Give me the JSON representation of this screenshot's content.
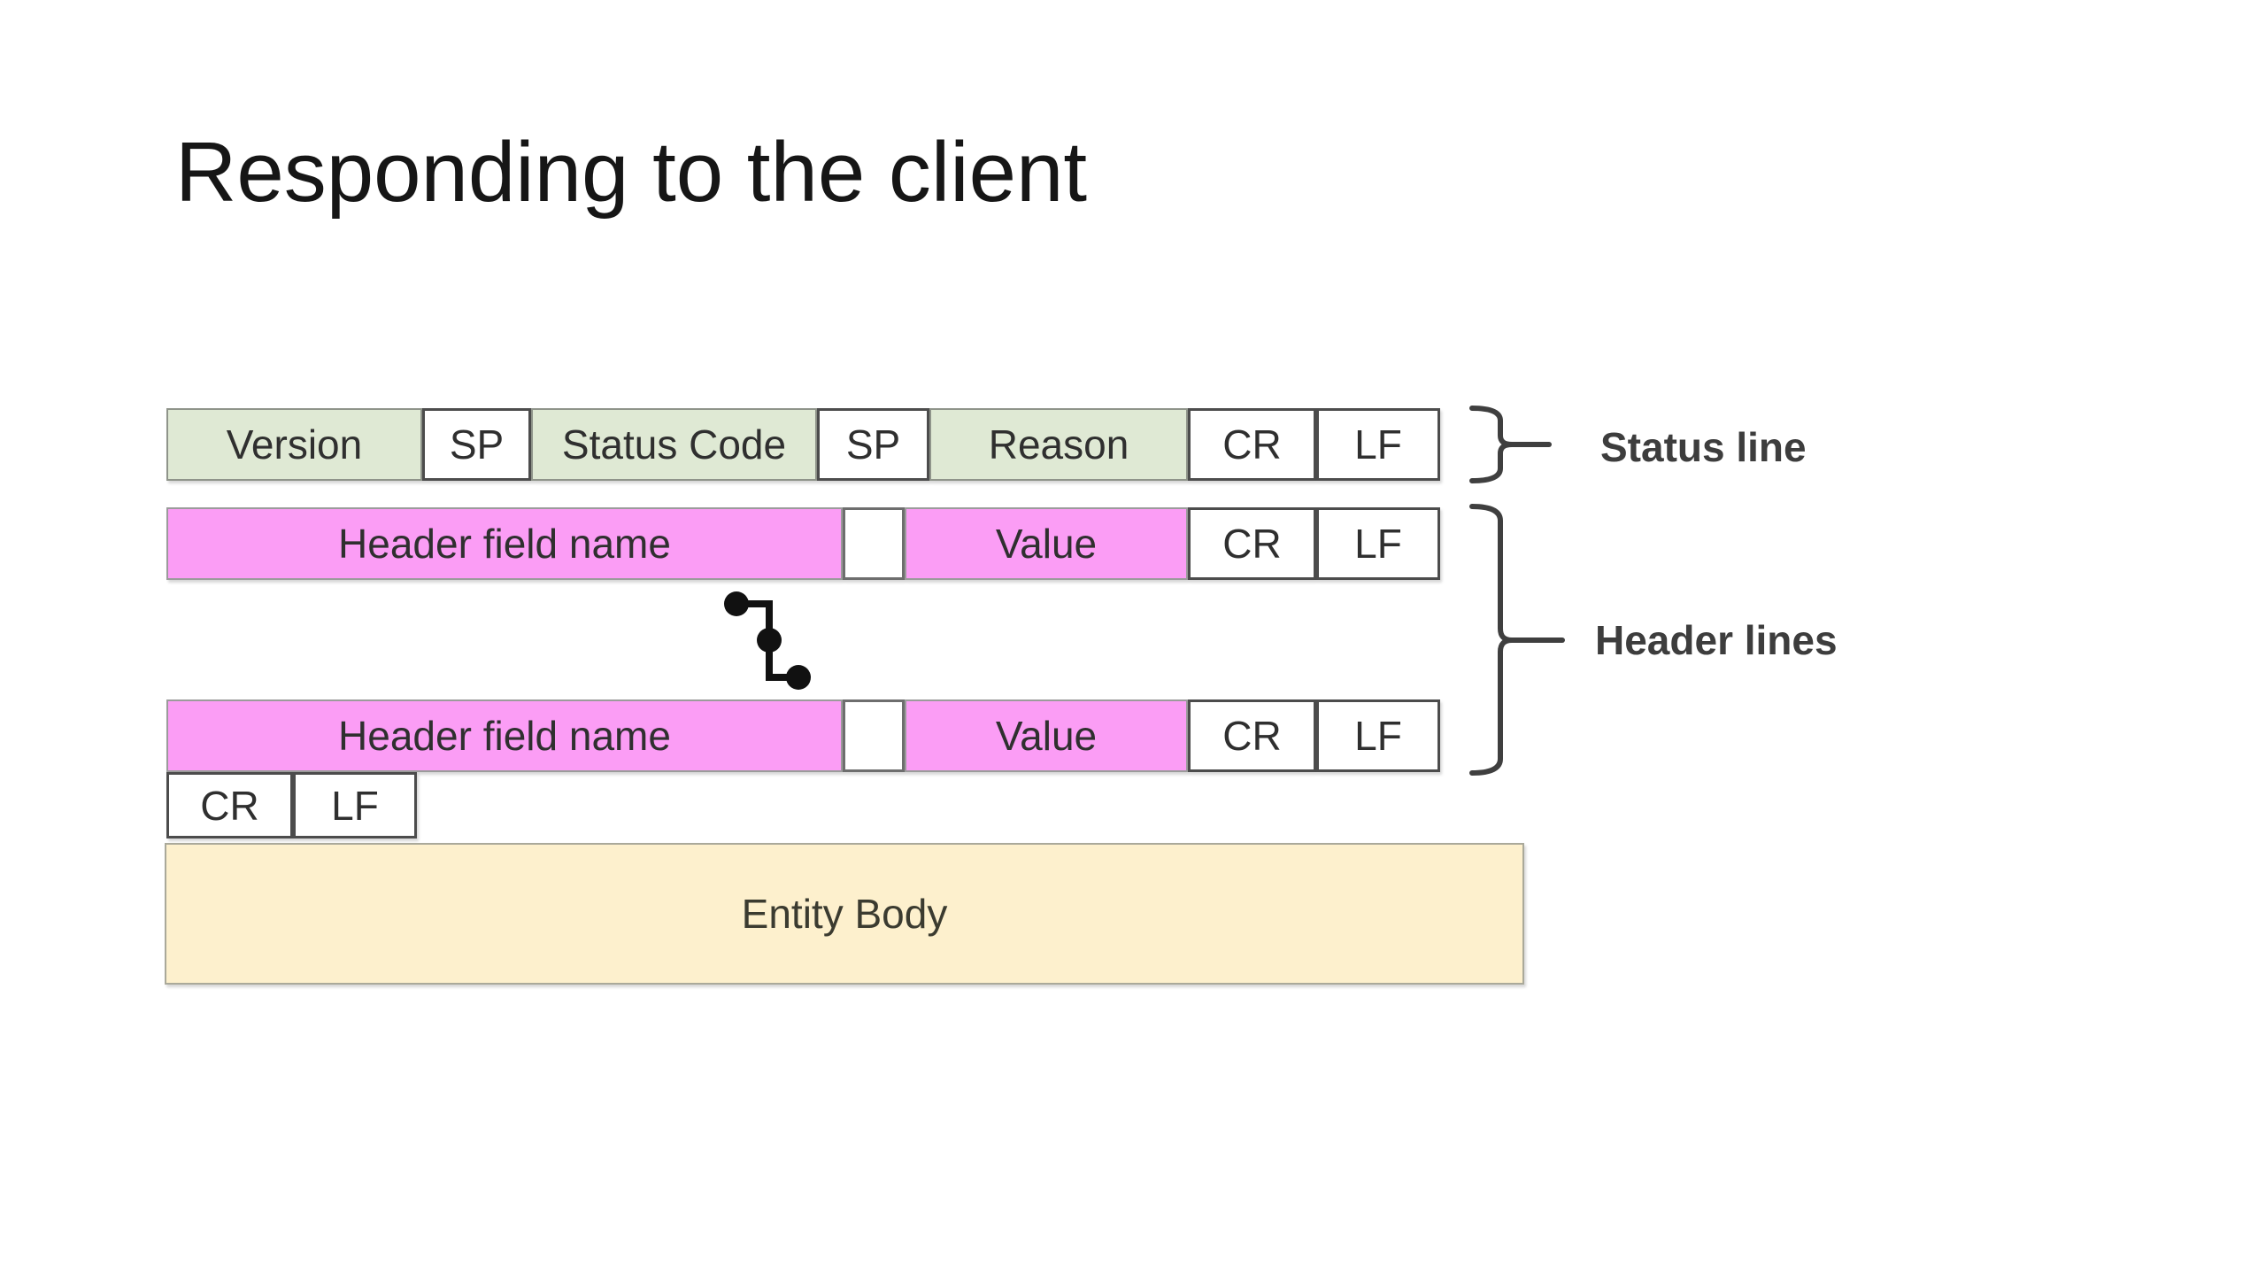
{
  "slide": {
    "title": "Responding to the client"
  },
  "diagram": {
    "status_row": {
      "version": "Version",
      "sp1": "SP",
      "status_code": "Status Code",
      "sp2": "SP",
      "reason": "Reason",
      "cr": "CR",
      "lf": "LF"
    },
    "header_row": {
      "field_name": "Header field name",
      "value": "Value",
      "cr": "CR",
      "lf": "LF"
    },
    "crlf_row": {
      "cr": "CR",
      "lf": "LF"
    },
    "entity_body": {
      "label": "Entity Body"
    },
    "annotations": {
      "status_line": "Status line",
      "header_lines": "Header lines"
    },
    "colors": {
      "status_cell_green": "#dfe9d4",
      "header_cell_pink": "#fb9df5",
      "entity_body_tan": "#fdf0cd",
      "box_border_dark": "#4c4c4c",
      "box_border_light": "#9b9b9b",
      "annotation_text": "#3d3d3d"
    }
  }
}
